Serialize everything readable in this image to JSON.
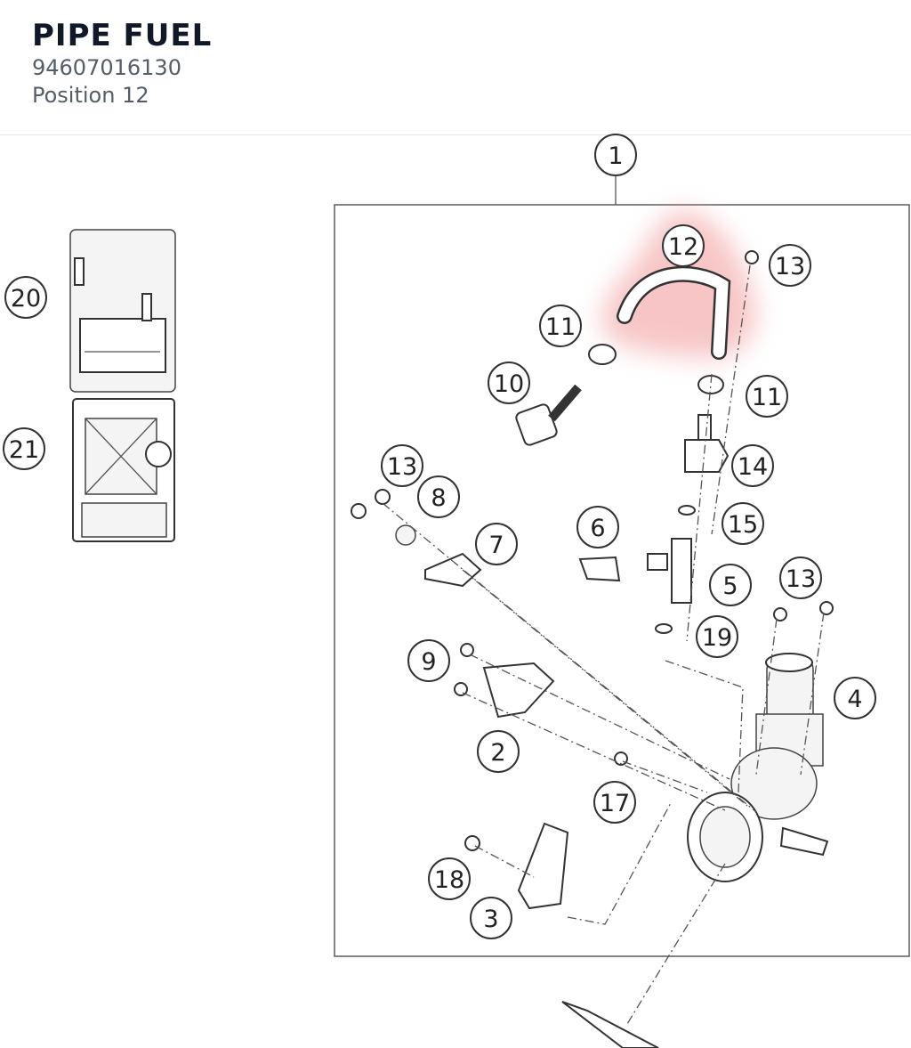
{
  "header": {
    "title": "PIPE FUEL",
    "part_number": "94607016130",
    "position": "Position 12"
  },
  "diagram": {
    "highlight_color": "#f2a0a0",
    "callouts": [
      "1",
      "20",
      "12",
      "13",
      "11",
      "10",
      "11",
      "21",
      "13",
      "14",
      "8",
      "15",
      "7",
      "6",
      "5",
      "13",
      "19",
      "9",
      "4",
      "2",
      "17",
      "18",
      "3"
    ]
  }
}
